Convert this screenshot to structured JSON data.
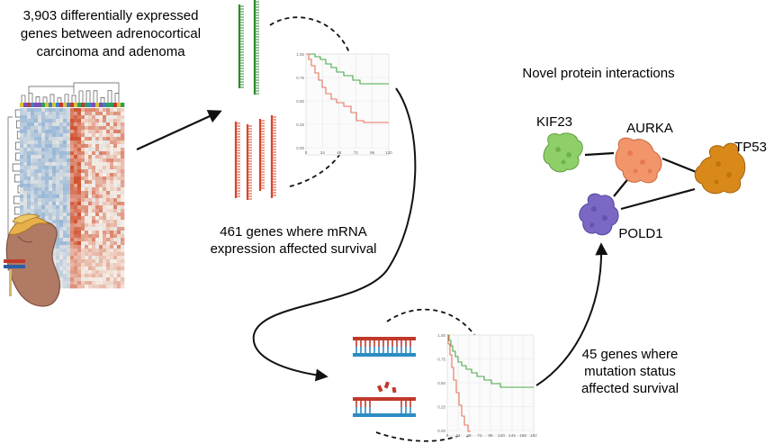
{
  "labels": {
    "step1": [
      "3,903 differentially expressed",
      "genes between adrenocortical",
      "carcinoma and adenoma"
    ],
    "step2": [
      "461 genes where mRNA",
      "expression affected survival"
    ],
    "step3": [
      "45 genes where",
      "mutation status",
      "affected survival"
    ],
    "network_title": "Novel protein interactions"
  },
  "proteins": {
    "kif23": "KIF23",
    "aurka": "AURKA",
    "tp53": "TP53",
    "pold1": "POLD1"
  },
  "plot1": {
    "y_ticks": [
      "1.00",
      "0.75",
      "0.50",
      "0.25",
      "0.00"
    ],
    "x_ticks": [
      "0",
      "24",
      "48",
      "72",
      "96",
      "120"
    ]
  },
  "plot2": {
    "y_ticks": [
      "1.00",
      "0.75",
      "0.50",
      "0.25",
      "0.00"
    ],
    "x_ticks": [
      "0",
      "24",
      "48",
      "72",
      "96",
      "120",
      "144",
      "168",
      "192"
    ]
  },
  "colors": {
    "green": "#2e8b2e",
    "red": "#d9452b",
    "curve_green": "#4aa84a",
    "curve_red": "#e8735e",
    "dna_red": "#c0392b",
    "dna_blue": "#2b8cc4",
    "kif23": "#8fcf6a",
    "aurka": "#f2956b",
    "tp53": "#d9891a",
    "pold1": "#7a68c4"
  }
}
